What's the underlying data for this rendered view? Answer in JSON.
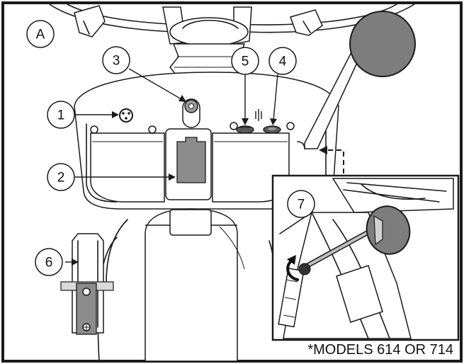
{
  "panel_label": "A",
  "callouts": [
    {
      "id": "1",
      "label": "1"
    },
    {
      "id": "2",
      "label": "2"
    },
    {
      "id": "3",
      "label": "3"
    },
    {
      "id": "4",
      "label": "4"
    },
    {
      "id": "5",
      "label": "5"
    },
    {
      "id": "6",
      "label": "6"
    },
    {
      "id": "7",
      "label": "7"
    }
  ],
  "footnote": "*MODELS 614 OR 714",
  "colors": {
    "ink": "#1a1a1a",
    "part_gray": "#8c8c8c",
    "mirror_gray": "#7d7d7d",
    "background": "#ffffff"
  }
}
